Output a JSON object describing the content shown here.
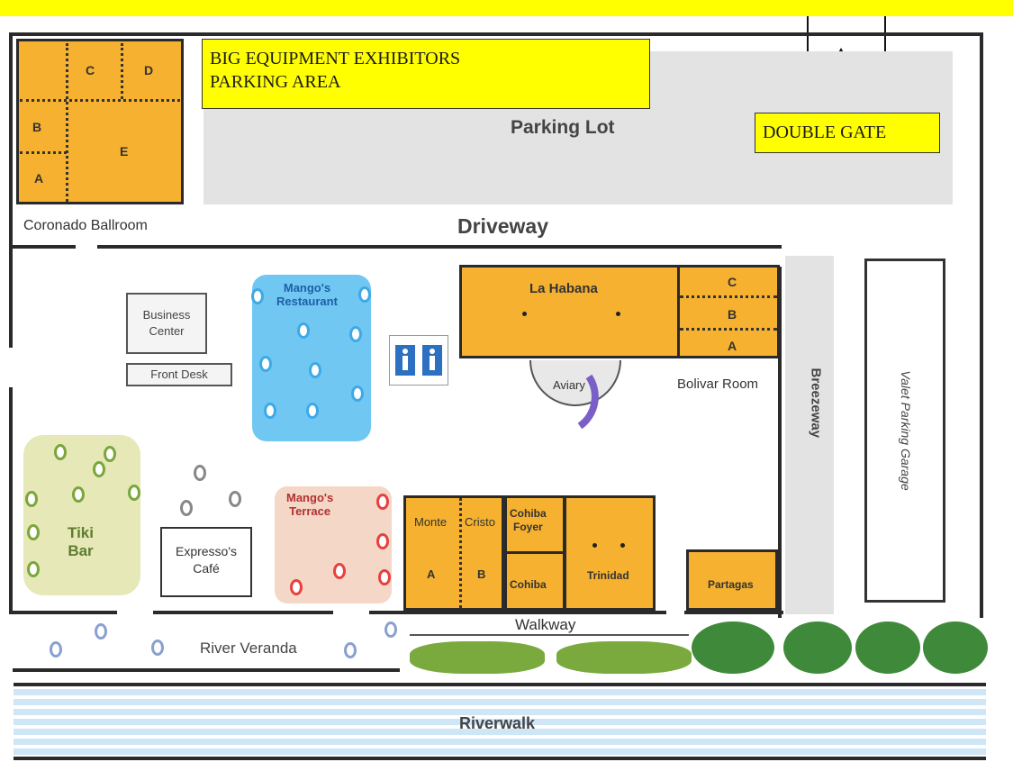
{
  "header": {
    "accent_color": "#ffff00"
  },
  "banner": {
    "line1": "BIG EQUIPMENT EXHIBITORS",
    "line2": "PARKING AREA"
  },
  "gate": {
    "label": "DOUBLE GATE"
  },
  "areas": {
    "parking_lot": "Parking Lot",
    "driveway": "Driveway",
    "breezeway": "Breezeway",
    "valet": "Valet Parking Garage",
    "walkway": "Walkway",
    "river_veranda": "River Veranda",
    "riverwalk": "Riverwalk"
  },
  "coronado": {
    "name": "Coronado Ballroom",
    "sections": {
      "a": "A",
      "b": "B",
      "c": "C",
      "d": "D",
      "e": "E"
    }
  },
  "business_center": {
    "line1": "Business",
    "line2": "Center"
  },
  "front_desk": "Front Desk",
  "mangos_restaurant": {
    "line1": "Mango's",
    "line2": "Restaurant"
  },
  "mangos_terrace": {
    "line1": "Mango's",
    "line2": "Terrace"
  },
  "tiki_bar": {
    "line1": "Tiki",
    "line2": "Bar"
  },
  "expresso": {
    "line1": "Expresso's",
    "line2": "Café"
  },
  "la_habana": "La Habana",
  "bolivar": {
    "name": "Bolivar Room",
    "a": "A",
    "b": "B",
    "c": "C"
  },
  "aviary": "Aviary",
  "monte_cristo": {
    "monte": "Monte",
    "cristo": "Cristo",
    "a": "A",
    "b": "B"
  },
  "cohiba": {
    "foyer_line1": "Cohiba",
    "foyer_line2": "Foyer",
    "room": "Cohiba"
  },
  "trinidad": "Trinidad",
  "partagas": "Partagas",
  "colors": {
    "room_orange": "#f5b12f",
    "restaurant_blue": "#3fa9e6",
    "terrace_red": "#e84040",
    "tiki_green": "#e6e8b8",
    "water_blue": "#cfe6f7",
    "bush_green": "#3f8a3a"
  }
}
